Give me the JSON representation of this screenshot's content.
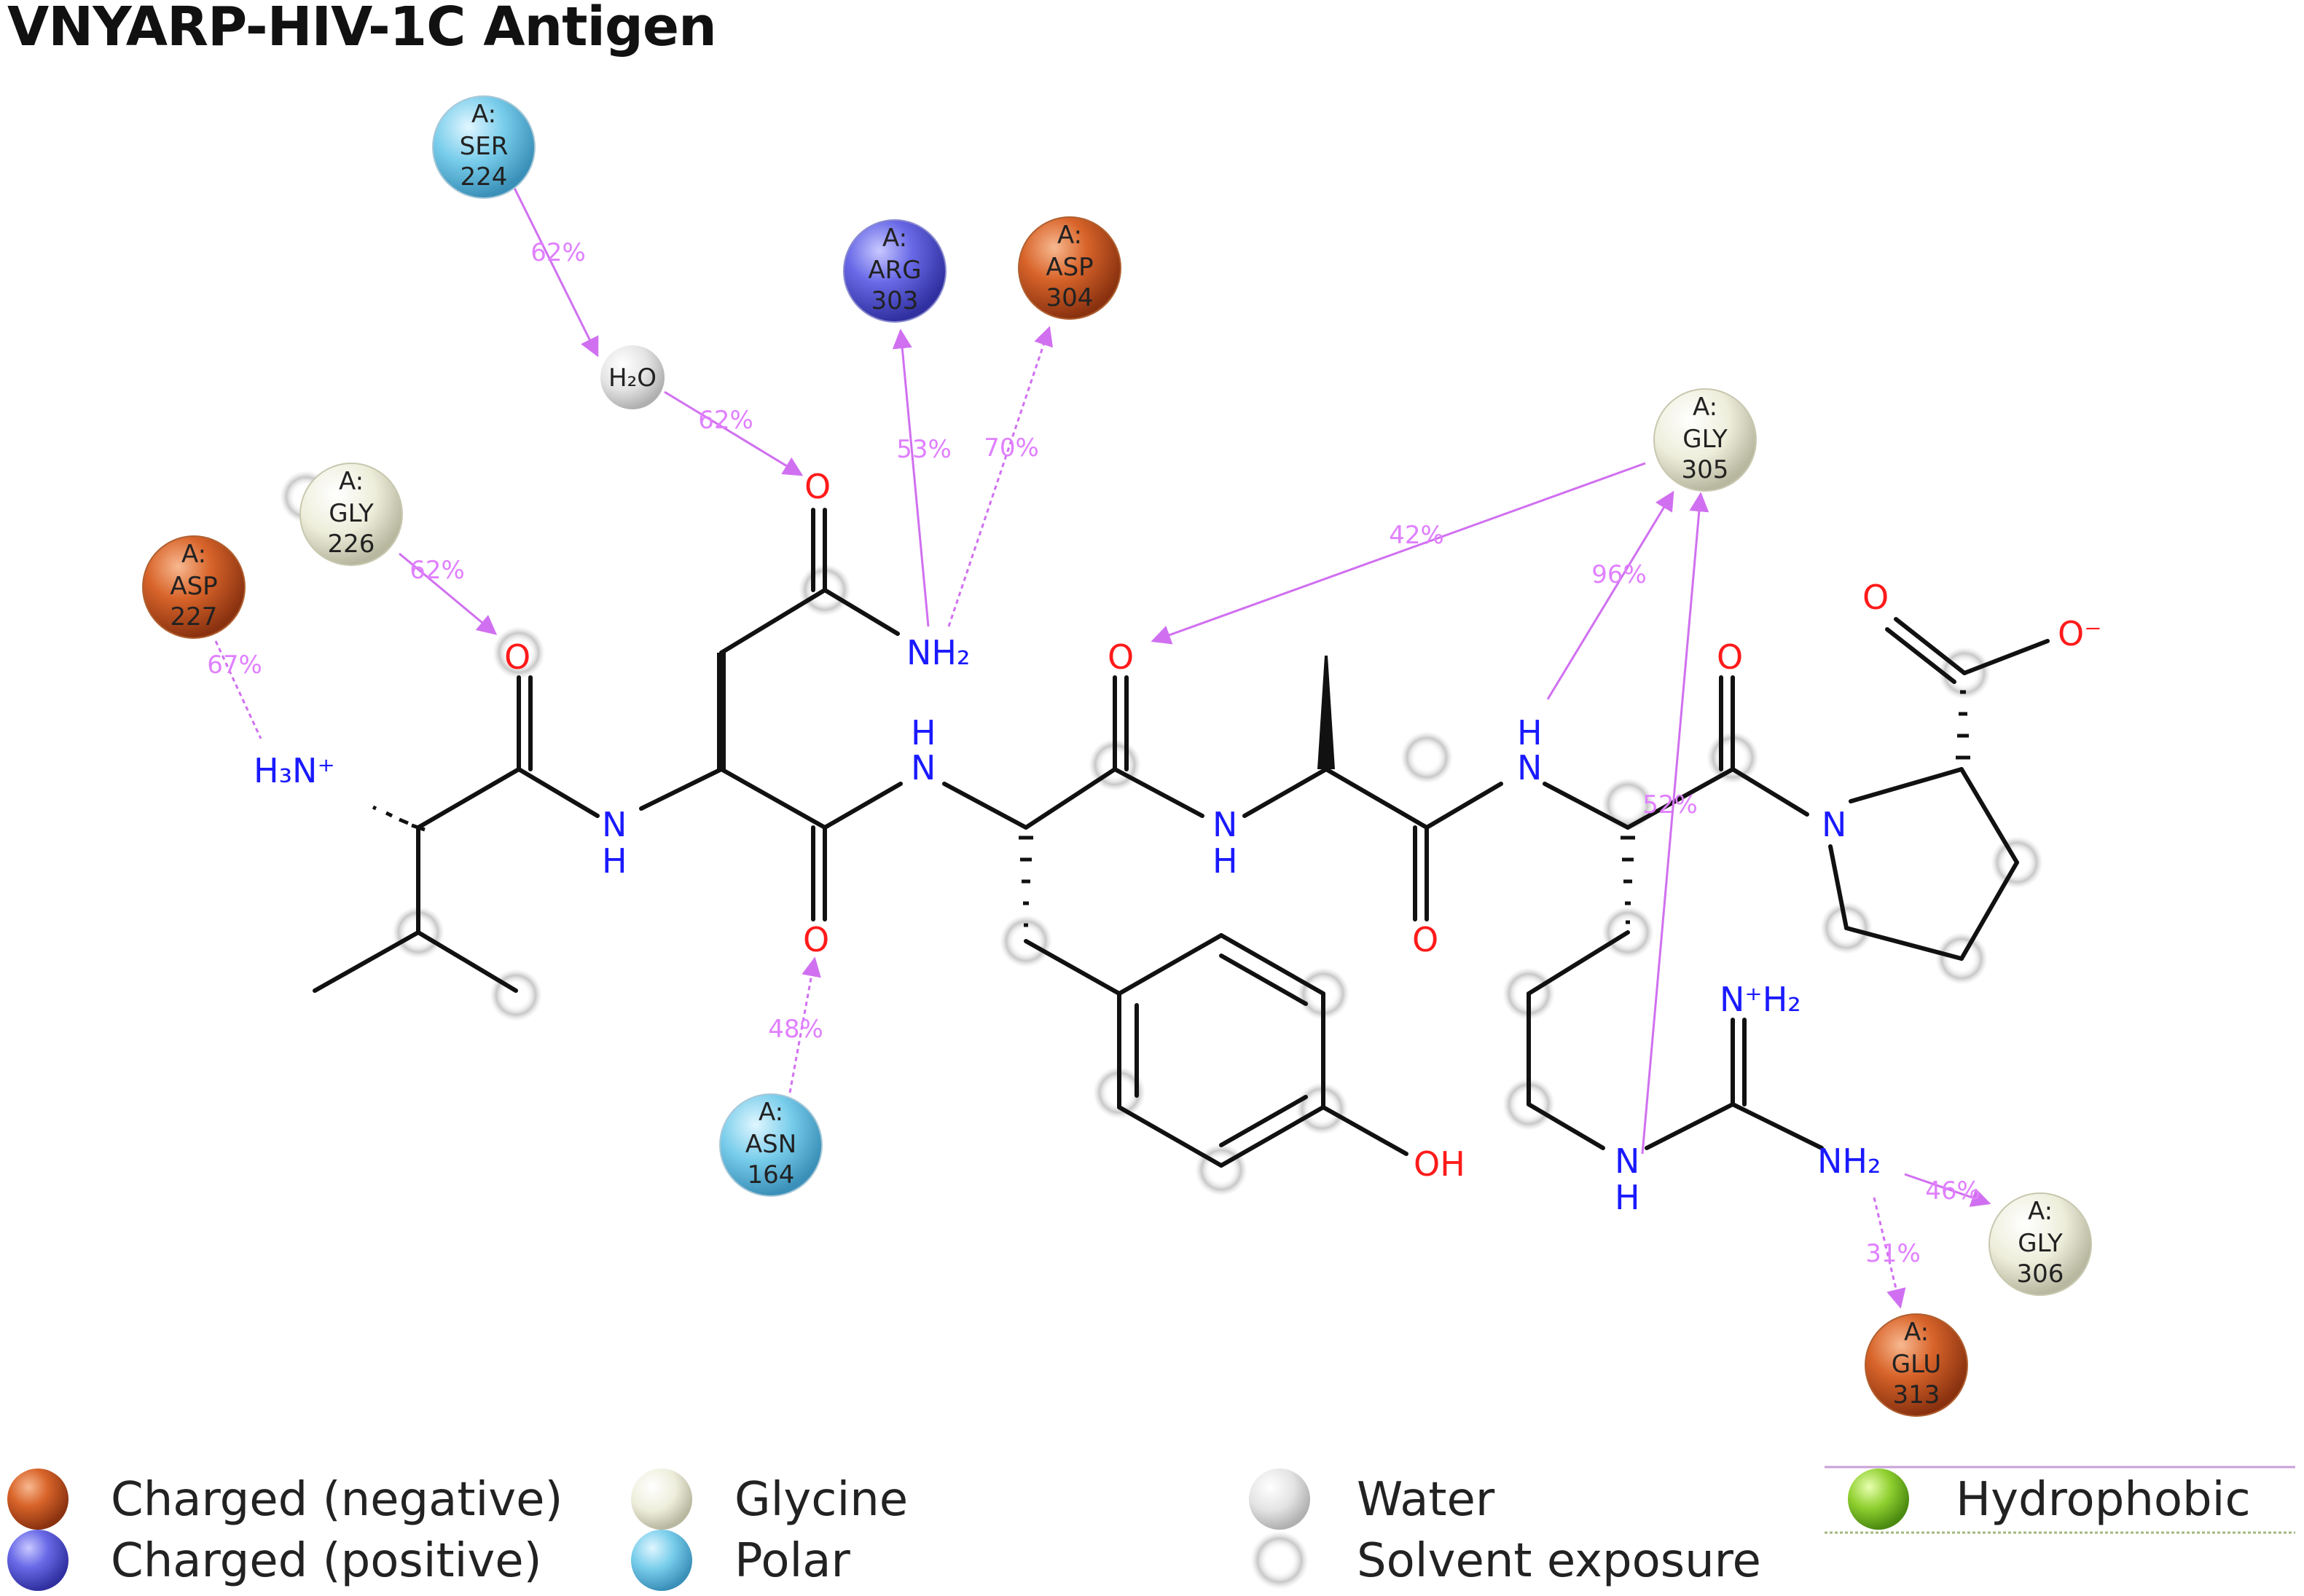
{
  "title": "VNYARP-HIV-1C Antigen",
  "colors": {
    "charged_negative": "#c8501a",
    "charged_positive": "#5050d8",
    "glycine": "#e8e8d6",
    "polar": "#6cc6e8",
    "water": "#d8d8d8",
    "hydrophobic": "#80c020",
    "interaction": "#d070f0",
    "nitrogen": "#1a1aff",
    "oxygen": "#ff1a1a"
  },
  "residues": [
    {
      "id": "ser224",
      "chain": "A:",
      "name": "SER",
      "num": "224",
      "type": "polar"
    },
    {
      "id": "arg303",
      "chain": "A:",
      "name": "ARG",
      "num": "303",
      "type": "charged_positive"
    },
    {
      "id": "asp304",
      "chain": "A:",
      "name": "ASP",
      "num": "304",
      "type": "charged_negative"
    },
    {
      "id": "gly226",
      "chain": "A:",
      "name": "GLY",
      "num": "226",
      "type": "glycine"
    },
    {
      "id": "asp227",
      "chain": "A:",
      "name": "ASP",
      "num": "227",
      "type": "charged_negative"
    },
    {
      "id": "gly305",
      "chain": "A:",
      "name": "GLY",
      "num": "305",
      "type": "glycine"
    },
    {
      "id": "asn164",
      "chain": "A:",
      "name": "ASN",
      "num": "164",
      "type": "polar"
    },
    {
      "id": "gly306",
      "chain": "A:",
      "name": "GLY",
      "num": "306",
      "type": "glycine"
    },
    {
      "id": "glu313",
      "chain": "A:",
      "name": "GLU",
      "num": "313",
      "type": "charged_negative"
    }
  ],
  "water_label": "H₂O",
  "atom_labels": {
    "h3n": "H₃N⁺",
    "o_val": "O",
    "nh_1": "N",
    "nh_1h": "H",
    "o_side": "O",
    "nh2_side": "NH₂",
    "o_asn": "O",
    "nh_2h": "H",
    "nh_2": "N",
    "o_tyr": "O",
    "nh_3": "N",
    "nh_3h": "H",
    "o_ala": "O",
    "nh_4h": "H",
    "nh_4": "N",
    "o_arg": "O",
    "n_pro": "N",
    "o_pro1": "O",
    "o_pro2": "O⁻",
    "oh": "OH",
    "nh2_plus": "N⁺H₂",
    "nh_guan": "N",
    "nh_guanh": "H",
    "nh2_guan": "NH₂"
  },
  "interactions": [
    {
      "id": "ser224-water",
      "pct": "62%"
    },
    {
      "id": "water-o",
      "pct": "62%"
    },
    {
      "id": "arg303",
      "pct": "53%"
    },
    {
      "id": "asp304",
      "pct": "70%"
    },
    {
      "id": "gly226",
      "pct": "62%"
    },
    {
      "id": "asp227",
      "pct": "67%"
    },
    {
      "id": "gly305-o",
      "pct": "42%"
    },
    {
      "id": "gly305-nh",
      "pct": "96%"
    },
    {
      "id": "gly305-guan",
      "pct": "52%"
    },
    {
      "id": "asn164",
      "pct": "48%"
    },
    {
      "id": "gly306",
      "pct": "46%"
    },
    {
      "id": "glu313",
      "pct": "31%"
    }
  ],
  "legend": [
    {
      "label": "Charged (negative)",
      "type": "charged_negative"
    },
    {
      "label": "Charged (positive)",
      "type": "charged_positive"
    },
    {
      "label": "Glycine",
      "type": "glycine"
    },
    {
      "label": "Polar",
      "type": "polar"
    },
    {
      "label": "Water",
      "type": "water"
    },
    {
      "label": "Solvent exposure",
      "type": "solvent"
    },
    {
      "label": "Hydrophobic",
      "type": "hydrophobic"
    }
  ]
}
